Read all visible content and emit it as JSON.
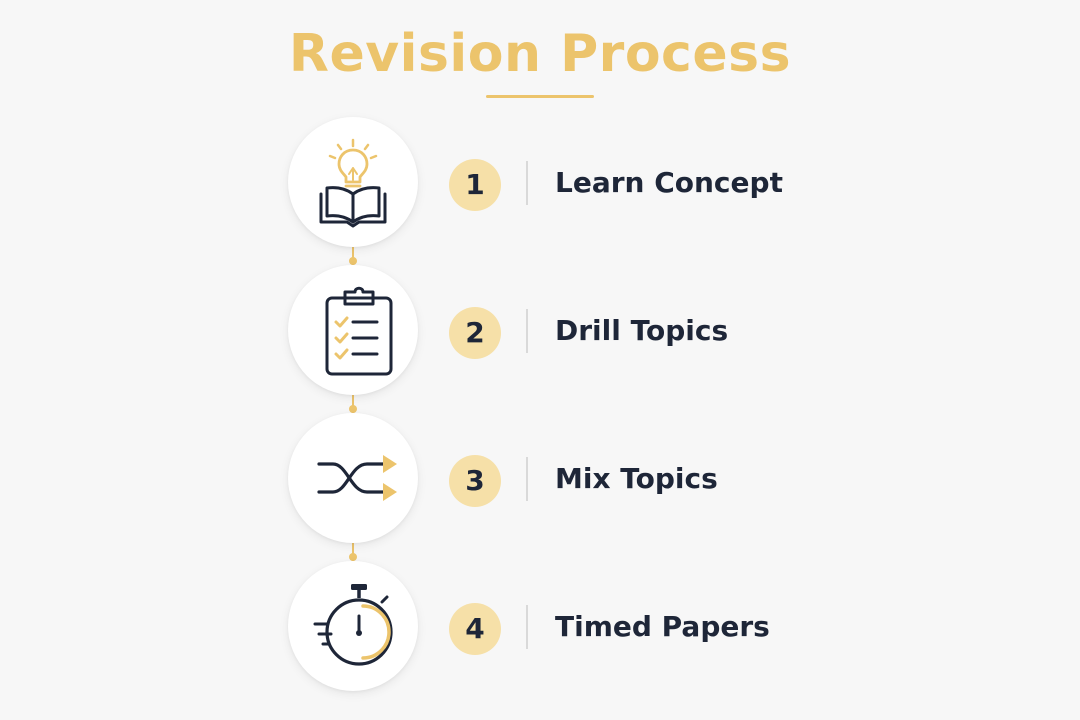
{
  "title": "Revision Process",
  "colors": {
    "accent": "#ecc46c",
    "badge_fill": "#f6e0a8",
    "ink": "#1e2638",
    "background": "#f7f7f7"
  },
  "steps": [
    {
      "number": "1",
      "label": "Learn Concept",
      "icon": "open-book-lightbulb-icon"
    },
    {
      "number": "2",
      "label": "Drill Topics",
      "icon": "clipboard-checklist-icon"
    },
    {
      "number": "3",
      "label": "Mix Topics",
      "icon": "shuffle-arrows-icon"
    },
    {
      "number": "4",
      "label": "Timed Papers",
      "icon": "stopwatch-icon"
    }
  ]
}
